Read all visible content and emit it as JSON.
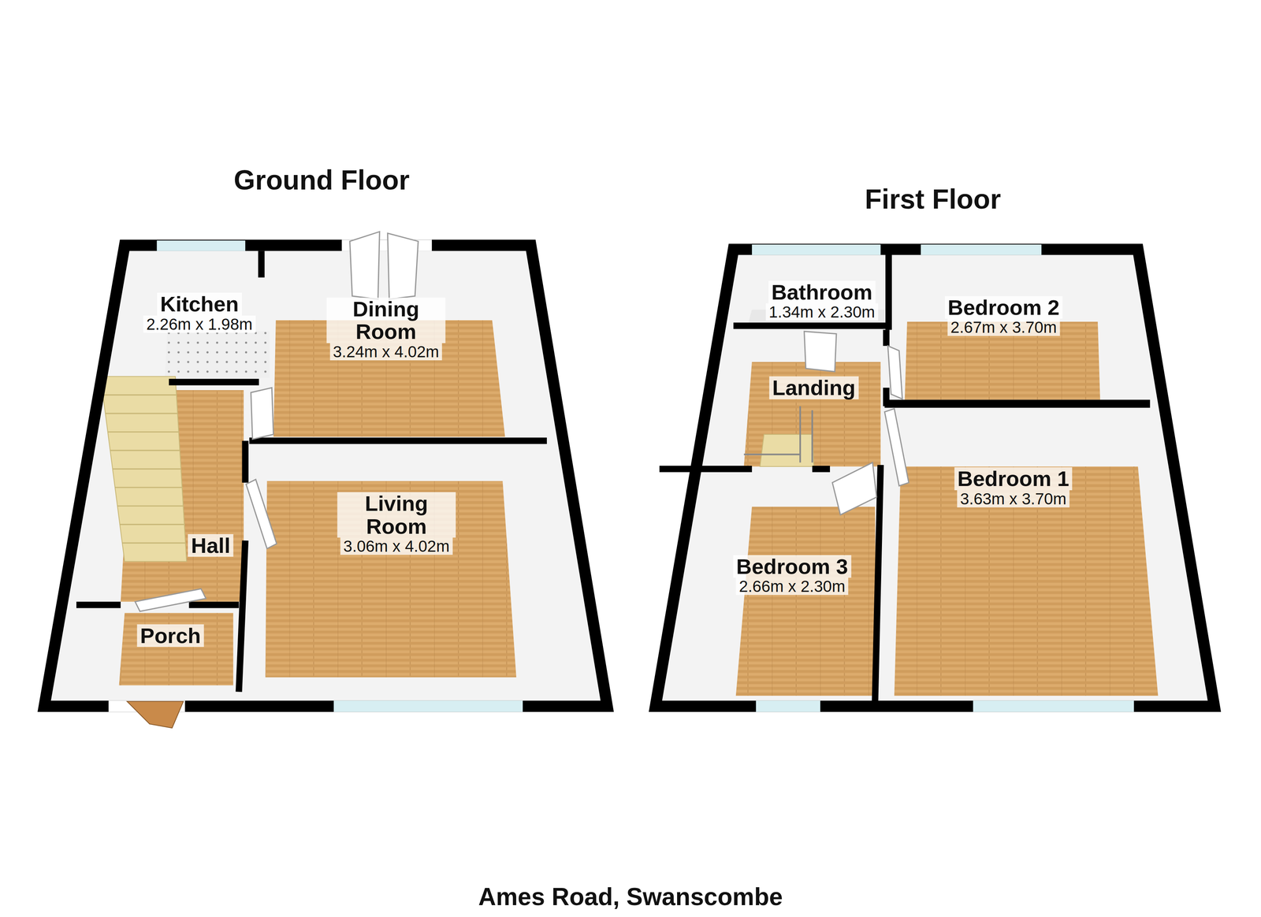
{
  "diagram": {
    "caption": "Ames Road, Swanscombe",
    "nodes": [
      {
        "text": [
          "Ground Floor"
        ]
      },
      {
        "text": [
          "Kitchen",
          "2.26m x 1.98m"
        ],
        "in": 0
      },
      {
        "text": [
          "Dining Room",
          "3.24m x 4.02m"
        ],
        "in": 0
      },
      {
        "text": [
          "Hall"
        ],
        "in": 0
      },
      {
        "text": [
          "Living Room",
          "3.06m x 4.02m"
        ],
        "in": 0
      },
      {
        "text": [
          "Porch"
        ],
        "in": 0
      },
      {
        "text": [
          "First Floor"
        ]
      },
      {
        "text": [
          "Bathroom",
          "1.34m x 2.30m"
        ],
        "in": 6
      },
      {
        "text": [
          "Bedroom 2",
          "2.67m x 3.70m"
        ],
        "in": 6
      },
      {
        "text": [
          "Landing"
        ],
        "in": 6
      },
      {
        "text": [
          "Bedroom 1",
          "3.63m x 3.70m"
        ],
        "in": 6
      },
      {
        "text": [
          "Bedroom 3",
          "2.66m x 2.30m"
        ],
        "in": 6
      }
    ]
  }
}
